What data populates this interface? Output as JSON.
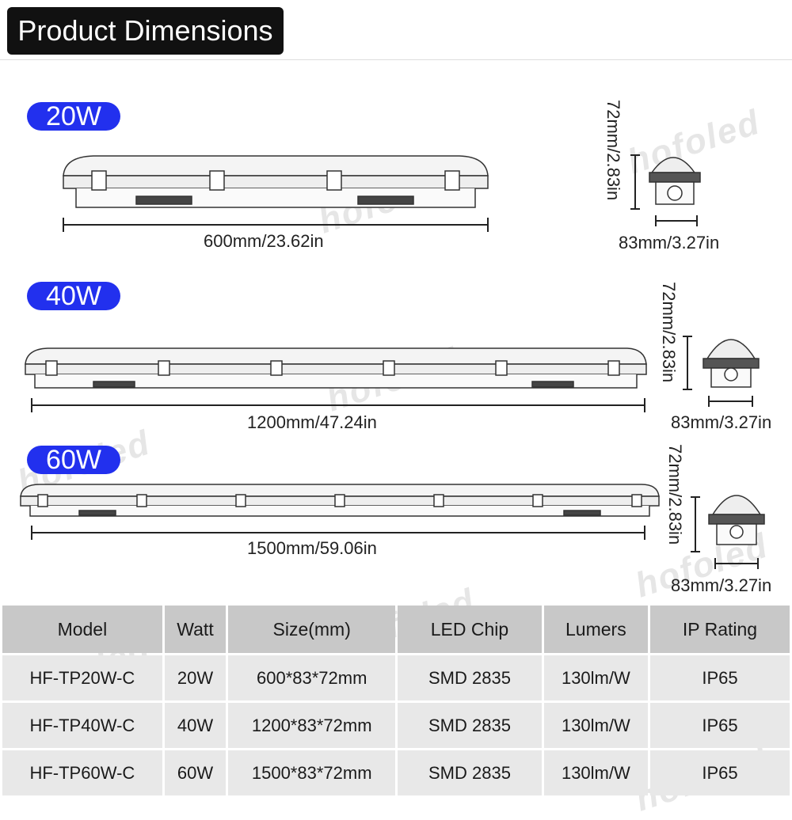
{
  "title": "Product Dimensions",
  "watermark": "hofoled",
  "variants": [
    {
      "badge": "20W",
      "length": "600mm/23.62in",
      "height": "72mm/2.83in",
      "width": "83mm/3.27in"
    },
    {
      "badge": "40W",
      "length": "1200mm/47.24in",
      "height": "72mm/2.83in",
      "width": "83mm/3.27in"
    },
    {
      "badge": "60W",
      "length": "1500mm/59.06in",
      "height": "72mm/2.83in",
      "width": "83mm/3.27in"
    }
  ],
  "table": {
    "headers": [
      "Model",
      "Watt",
      "Size(mm)",
      "LED Chip",
      "Lumers",
      "IP Rating"
    ],
    "rows": [
      [
        "HF-TP20W-C",
        "20W",
        "600*83*72mm",
        "SMD 2835",
        "130lm/W",
        "IP65"
      ],
      [
        "HF-TP40W-C",
        "40W",
        "1200*83*72mm",
        "SMD 2835",
        "130lm/W",
        "IP65"
      ],
      [
        "HF-TP60W-C",
        "60W",
        "1500*83*72mm",
        "SMD 2835",
        "130lm/W",
        "IP65"
      ]
    ]
  },
  "colors": {
    "badge": "#2230ee",
    "title_bg": "#111111",
    "header_bg": "#c8c8c8",
    "cell_bg": "#e8e8e8"
  }
}
